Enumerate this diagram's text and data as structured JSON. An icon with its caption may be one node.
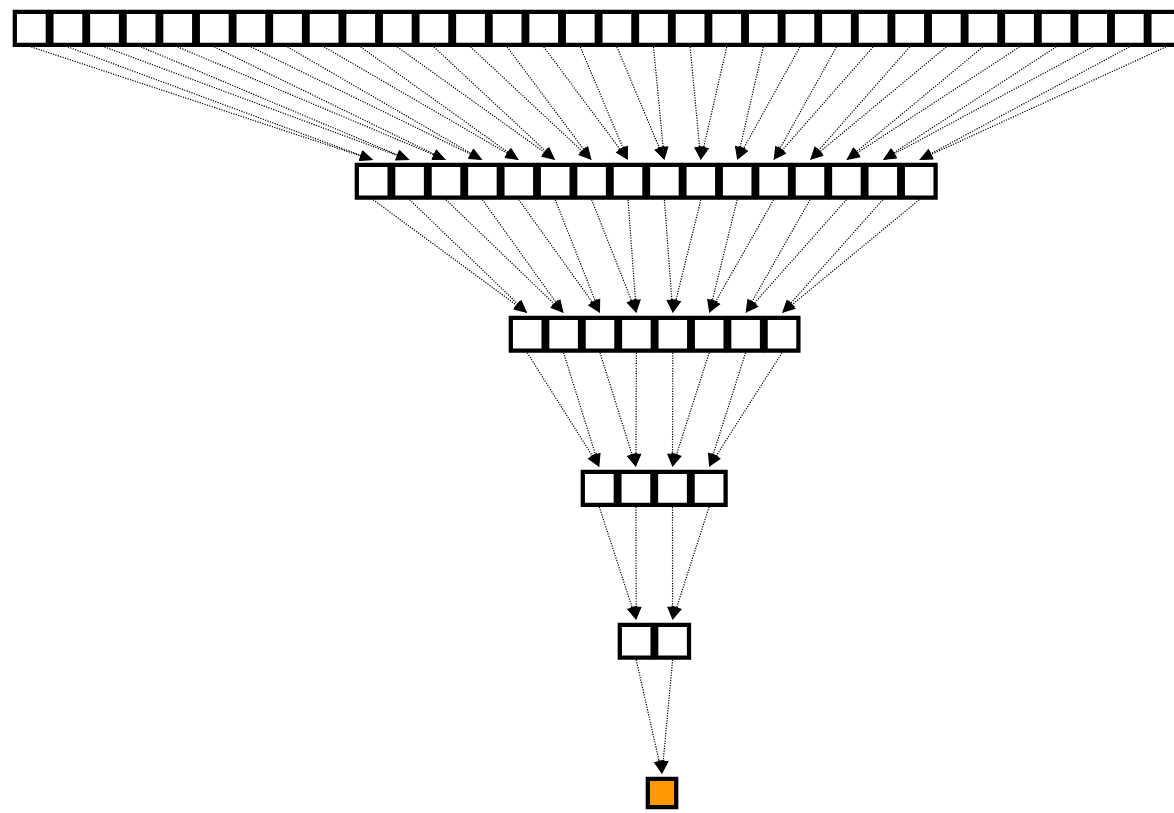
{
  "diagram": {
    "nodes": [
      {
        "text": [],
        "shape": "box"
      },
      {
        "text": [],
        "shape": "box"
      },
      {
        "text": [],
        "shape": "box"
      },
      {
        "text": [],
        "shape": "box"
      },
      {
        "text": [],
        "shape": "box"
      },
      {
        "text": [],
        "shape": "box"
      },
      {
        "text": [],
        "shape": "box"
      },
      {
        "text": [],
        "shape": "box"
      },
      {
        "text": [],
        "shape": "box"
      },
      {
        "text": [],
        "shape": "box"
      },
      {
        "text": [],
        "shape": "box"
      },
      {
        "text": [],
        "shape": "box"
      },
      {
        "text": [],
        "shape": "box"
      },
      {
        "text": [],
        "shape": "box"
      },
      {
        "text": [],
        "shape": "box"
      },
      {
        "text": [],
        "shape": "box"
      },
      {
        "text": [],
        "shape": "box"
      },
      {
        "text": [],
        "shape": "box"
      },
      {
        "text": [],
        "shape": "box"
      },
      {
        "text": [],
        "shape": "box"
      },
      {
        "text": [],
        "shape": "box"
      },
      {
        "text": [],
        "shape": "box"
      },
      {
        "text": [],
        "shape": "box"
      },
      {
        "text": [],
        "shape": "box"
      },
      {
        "text": [],
        "shape": "box"
      },
      {
        "text": [],
        "shape": "box"
      },
      {
        "text": [],
        "shape": "box"
      },
      {
        "text": [],
        "shape": "box"
      },
      {
        "text": [],
        "shape": "box"
      },
      {
        "text": [],
        "shape": "box"
      },
      {
        "text": [],
        "shape": "box"
      },
      {
        "text": [],
        "shape": "box"
      },
      {
        "text": [],
        "shape": "box"
      },
      {
        "text": [],
        "shape": "box"
      },
      {
        "text": [],
        "shape": "box"
      },
      {
        "text": [],
        "shape": "box"
      },
      {
        "text": [],
        "shape": "box"
      },
      {
        "text": [],
        "shape": "box"
      },
      {
        "text": [],
        "shape": "box"
      },
      {
        "text": [],
        "shape": "box"
      },
      {
        "text": [],
        "shape": "box"
      },
      {
        "text": [],
        "shape": "box"
      },
      {
        "text": [],
        "shape": "box"
      },
      {
        "text": [],
        "shape": "box"
      },
      {
        "text": [],
        "shape": "box"
      },
      {
        "text": [],
        "shape": "box"
      },
      {
        "text": [],
        "shape": "box"
      },
      {
        "text": [],
        "shape": "box"
      },
      {
        "text": [],
        "shape": "box"
      },
      {
        "text": [],
        "shape": "box"
      },
      {
        "text": [],
        "shape": "box"
      },
      {
        "text": [],
        "shape": "box"
      },
      {
        "text": [],
        "shape": "box"
      },
      {
        "text": [],
        "shape": "box"
      },
      {
        "text": [],
        "shape": "box"
      },
      {
        "text": [],
        "shape": "box"
      },
      {
        "text": [],
        "shape": "box"
      },
      {
        "text": [],
        "shape": "box"
      },
      {
        "text": [],
        "shape": "box"
      },
      {
        "text": [],
        "shape": "box"
      },
      {
        "text": [],
        "shape": "box"
      },
      {
        "text": [],
        "shape": "box"
      },
      {
        "text": [],
        "shape": "box"
      }
    ],
    "edges": [
      {
        "from": 0,
        "to": 32,
        "arrow": "to"
      },
      {
        "from": 1,
        "to": 32,
        "arrow": "to"
      },
      {
        "from": 2,
        "to": 33,
        "arrow": "to"
      },
      {
        "from": 3,
        "to": 33,
        "arrow": "to"
      },
      {
        "from": 4,
        "to": 34,
        "arrow": "to"
      },
      {
        "from": 5,
        "to": 34,
        "arrow": "to"
      },
      {
        "from": 6,
        "to": 35,
        "arrow": "to"
      },
      {
        "from": 7,
        "to": 35,
        "arrow": "to"
      },
      {
        "from": 8,
        "to": 36,
        "arrow": "to"
      },
      {
        "from": 9,
        "to": 36,
        "arrow": "to"
      },
      {
        "from": 10,
        "to": 37,
        "arrow": "to"
      },
      {
        "from": 11,
        "to": 37,
        "arrow": "to"
      },
      {
        "from": 12,
        "to": 38,
        "arrow": "to"
      },
      {
        "from": 13,
        "to": 38,
        "arrow": "to"
      },
      {
        "from": 14,
        "to": 39,
        "arrow": "to"
      },
      {
        "from": 15,
        "to": 39,
        "arrow": "to"
      },
      {
        "from": 16,
        "to": 40,
        "arrow": "to"
      },
      {
        "from": 17,
        "to": 40,
        "arrow": "to"
      },
      {
        "from": 18,
        "to": 41,
        "arrow": "to"
      },
      {
        "from": 19,
        "to": 41,
        "arrow": "to"
      },
      {
        "from": 20,
        "to": 42,
        "arrow": "to"
      },
      {
        "from": 21,
        "to": 42,
        "arrow": "to"
      },
      {
        "from": 22,
        "to": 43,
        "arrow": "to"
      },
      {
        "from": 23,
        "to": 43,
        "arrow": "to"
      },
      {
        "from": 24,
        "to": 44,
        "arrow": "to"
      },
      {
        "from": 25,
        "to": 44,
        "arrow": "to"
      },
      {
        "from": 26,
        "to": 45,
        "arrow": "to"
      },
      {
        "from": 27,
        "to": 45,
        "arrow": "to"
      },
      {
        "from": 28,
        "to": 46,
        "arrow": "to"
      },
      {
        "from": 29,
        "to": 46,
        "arrow": "to"
      },
      {
        "from": 30,
        "to": 47,
        "arrow": "to"
      },
      {
        "from": 31,
        "to": 47,
        "arrow": "to"
      },
      {
        "from": 32,
        "to": 48,
        "arrow": "to"
      },
      {
        "from": 33,
        "to": 48,
        "arrow": "to"
      },
      {
        "from": 34,
        "to": 49,
        "arrow": "to"
      },
      {
        "from": 35,
        "to": 49,
        "arrow": "to"
      },
      {
        "from": 36,
        "to": 50,
        "arrow": "to"
      },
      {
        "from": 37,
        "to": 50,
        "arrow": "to"
      },
      {
        "from": 38,
        "to": 51,
        "arrow": "to"
      },
      {
        "from": 39,
        "to": 51,
        "arrow": "to"
      },
      {
        "from": 40,
        "to": 52,
        "arrow": "to"
      },
      {
        "from": 41,
        "to": 52,
        "arrow": "to"
      },
      {
        "from": 42,
        "to": 53,
        "arrow": "to"
      },
      {
        "from": 43,
        "to": 53,
        "arrow": "to"
      },
      {
        "from": 44,
        "to": 54,
        "arrow": "to"
      },
      {
        "from": 45,
        "to": 54,
        "arrow": "to"
      },
      {
        "from": 46,
        "to": 55,
        "arrow": "to"
      },
      {
        "from": 47,
        "to": 55,
        "arrow": "to"
      },
      {
        "from": 48,
        "to": 56,
        "arrow": "to"
      },
      {
        "from": 49,
        "to": 56,
        "arrow": "to"
      },
      {
        "from": 50,
        "to": 57,
        "arrow": "to"
      },
      {
        "from": 51,
        "to": 57,
        "arrow": "to"
      },
      {
        "from": 52,
        "to": 58,
        "arrow": "to"
      },
      {
        "from": 53,
        "to": 58,
        "arrow": "to"
      },
      {
        "from": 54,
        "to": 59,
        "arrow": "to"
      },
      {
        "from": 55,
        "to": 59,
        "arrow": "to"
      },
      {
        "from": 56,
        "to": 60,
        "arrow": "to"
      },
      {
        "from": 57,
        "to": 60,
        "arrow": "to"
      },
      {
        "from": 58,
        "to": 61,
        "arrow": "to"
      },
      {
        "from": 59,
        "to": 61,
        "arrow": "to"
      },
      {
        "from": 60,
        "to": 62,
        "arrow": "to"
      },
      {
        "from": 61,
        "to": 62,
        "arrow": "to"
      }
    ]
  }
}
